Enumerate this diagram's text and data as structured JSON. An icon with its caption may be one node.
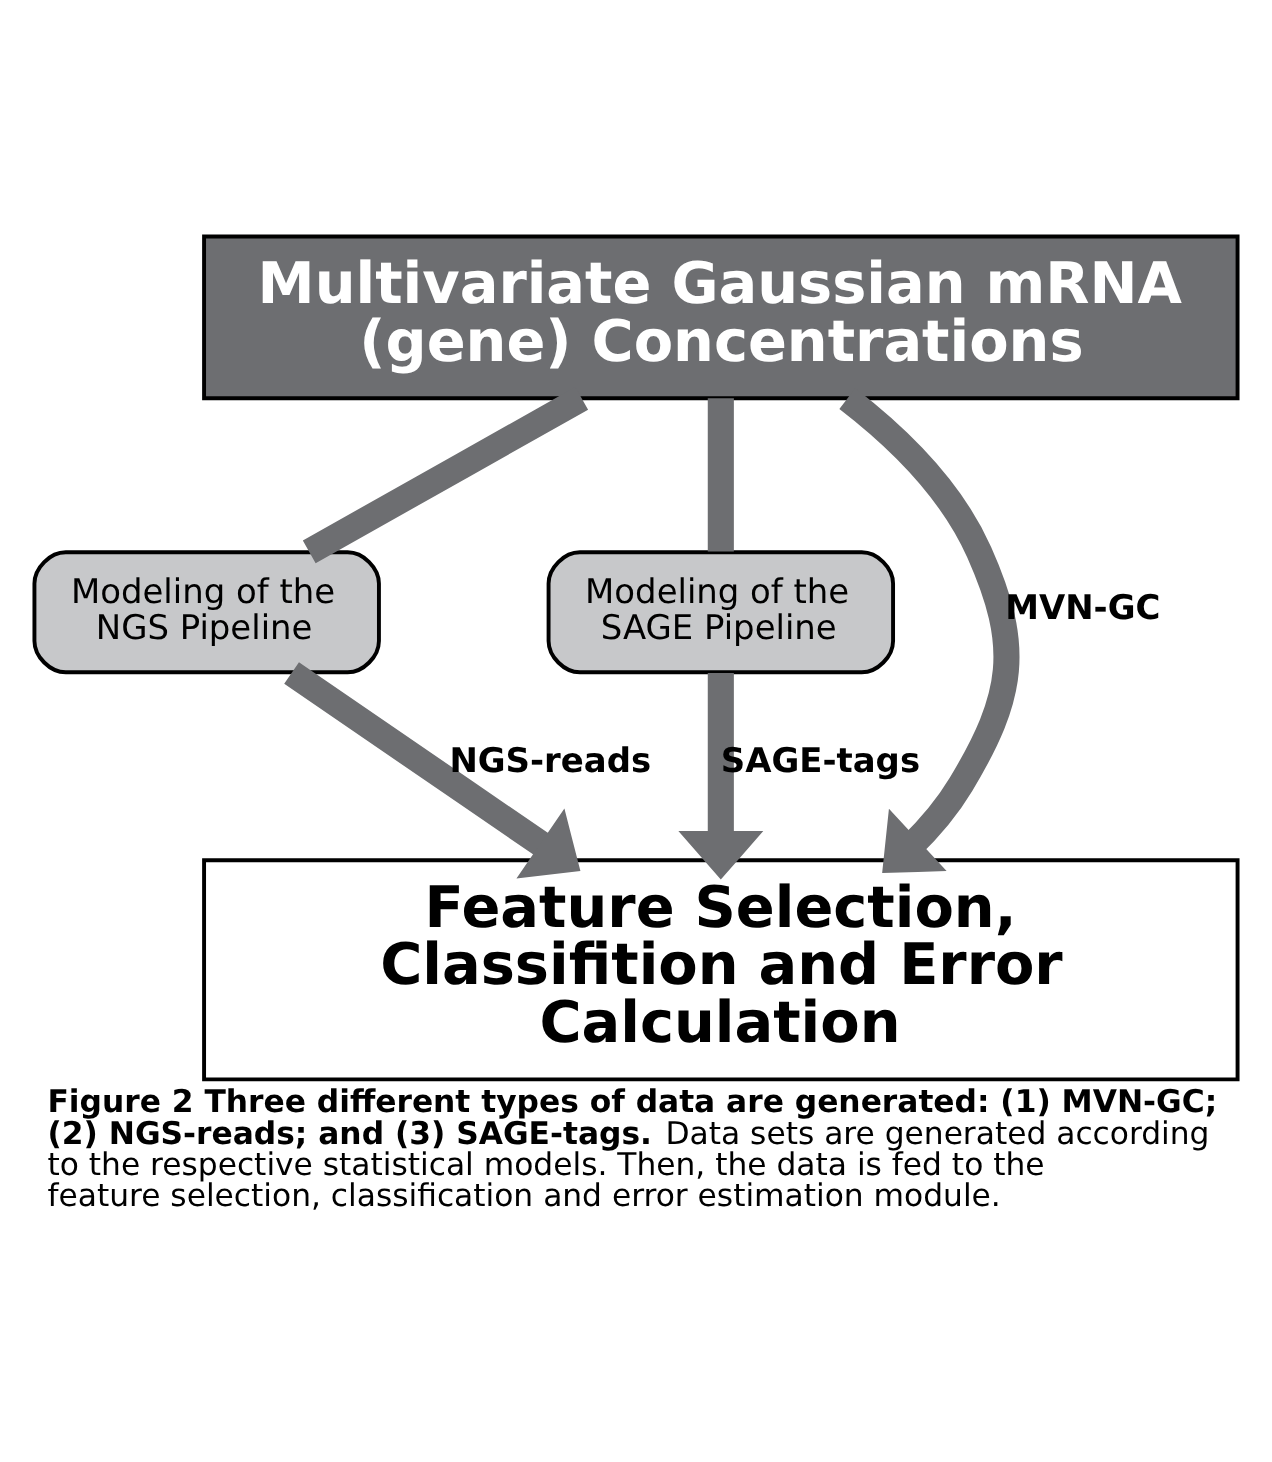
{
  "diagram": {
    "caption": "**Figure 2 Three different types of data are generated: (1) MVN-GC; (2) NGS-reads; and (3) SAGE-tags.** Data sets are generated according to the respective statistical models. Then, the data is fed to the feature selection, classification and error estimation module.",
    "nodes": [
      {
        "text": [
          "Multivariate Gaussian mRNA (gene) Concentrations"
        ]
      },
      {
        "text": [
          "Modeling of the NGS Pipeline"
        ]
      },
      {
        "text": [
          "Modeling of the SAGE Pipeline"
        ]
      },
      {
        "text": [
          "Feature Selection, Classifition and Error Calculation"
        ]
      }
    ],
    "edges": [
      {
        "from": 0,
        "to": 3,
        "arrow": "to",
        "label": "MVN-GC"
      },
      {
        "from": 0,
        "to": 1,
        "arrow": "none"
      },
      {
        "from": 1,
        "to": 3,
        "arrow": "to",
        "label": "NGS-reads"
      },
      {
        "from": 0,
        "to": 2,
        "arrow": "none"
      },
      {
        "from": 2,
        "to": 3,
        "arrow": "to",
        "label": "SAGE-tags"
      }
    ]
  }
}
